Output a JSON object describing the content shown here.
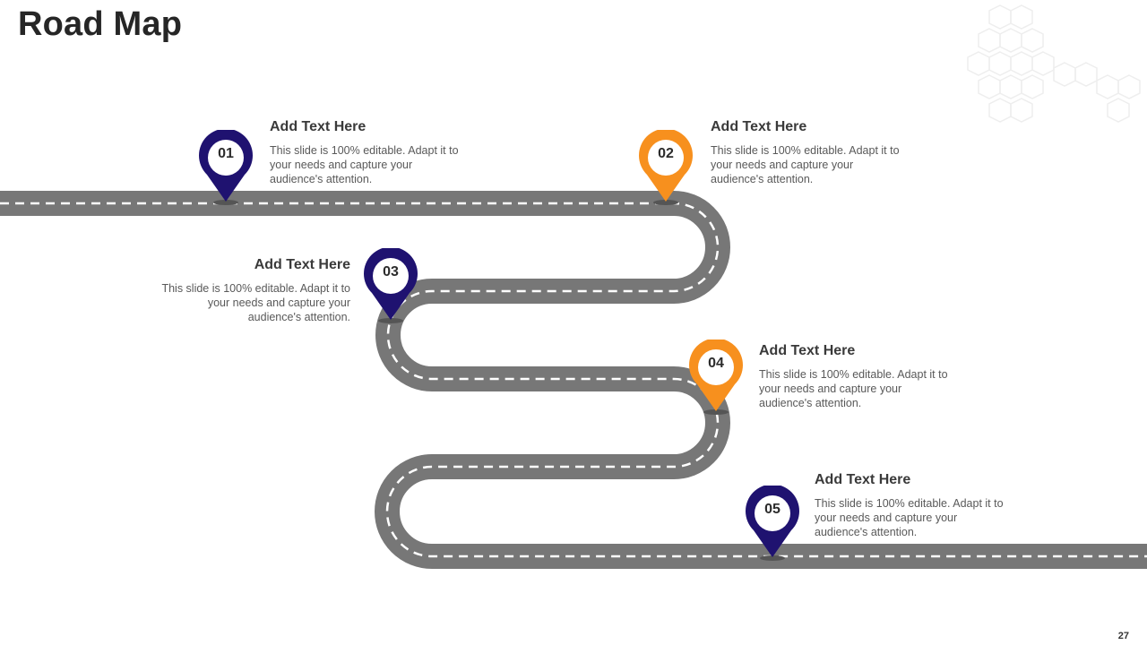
{
  "slide": {
    "title": "Road Map",
    "page_number": "27"
  },
  "colors": {
    "road": "#777777",
    "road_marking": "#ffffff",
    "pin_primary": "#1f1270",
    "pin_accent": "#f7901e",
    "pin_inner": "#ffffff",
    "pin_shadow": "#555555",
    "decoration": "#eeeeee"
  },
  "steps": [
    {
      "number": "01",
      "heading": "Add Text Here",
      "body": "This slide is 100% editable. Adapt it to your needs and capture your audience's attention.",
      "pin_color": "#1f1270"
    },
    {
      "number": "02",
      "heading": "Add Text Here",
      "body": "This slide is 100% editable. Adapt it to your needs and capture your audience's attention.",
      "pin_color": "#f7901e"
    },
    {
      "number": "03",
      "heading": "Add Text Here",
      "body": "This slide is 100% editable. Adapt it to your needs and capture your audience's attention.",
      "pin_color": "#1f1270"
    },
    {
      "number": "04",
      "heading": "Add Text Here",
      "body": "This slide is 100% editable. Adapt it to your needs and capture your audience's attention.",
      "pin_color": "#f7901e"
    },
    {
      "number": "05",
      "heading": "Add Text Here",
      "body": "This slide is 100% editable. Adapt it to your needs and capture your audience's attention.",
      "pin_color": "#1f1270"
    }
  ]
}
